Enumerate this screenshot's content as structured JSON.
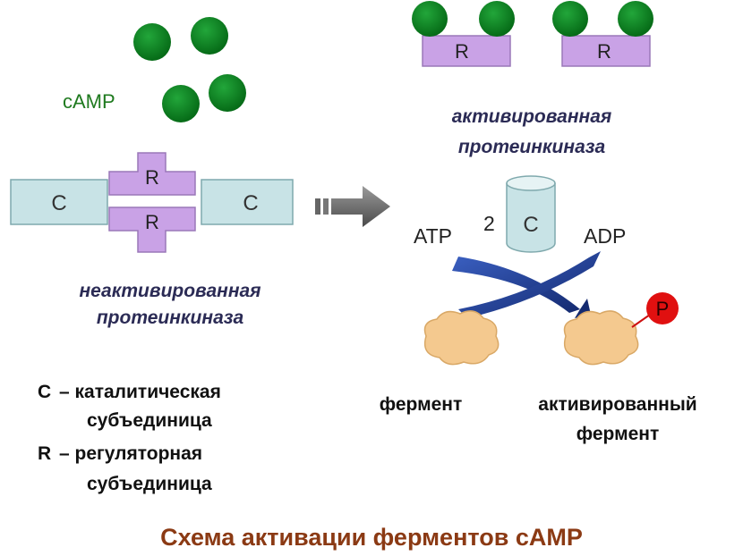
{
  "title": "Схема активации ферментов сАМР",
  "camp_label": "cAMP",
  "catalytic_letter": "C",
  "regulatory_letter": "R",
  "phosphate_letter": "P",
  "inactive_label": [
    "неактивированная",
    "протеинкиназа"
  ],
  "active_label": [
    "активированная",
    "протеинкиназа"
  ],
  "atp": "ATP",
  "atp_count": "2",
  "adp": "ADP",
  "enzyme": "фермент",
  "activated_enzyme": [
    "активированный",
    "фермент"
  ],
  "legend": [
    {
      "letter": "C",
      "line1": "– каталитическая",
      "line2": "субъединица"
    },
    {
      "letter": "R",
      "line1": "– регуляторная",
      "line2": "субъединица"
    }
  ],
  "colors": {
    "camp_ball": "#0a7a1f",
    "catalytic": "#c8e3e6",
    "regulatory": "#c9a2e6",
    "arrow": "#1f3a8a",
    "enzyme_blob": "#f4c98f",
    "phosphate": "#e01010",
    "title": "#8b3a14"
  }
}
